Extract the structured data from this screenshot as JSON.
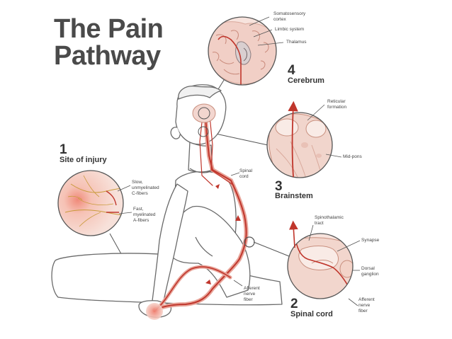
{
  "title": {
    "line1": "The Pain",
    "line2": "Pathway"
  },
  "steps": [
    {
      "number": "1",
      "name": "Site of injury"
    },
    {
      "number": "2",
      "name": "Spinal cord"
    },
    {
      "number": "3",
      "name": "Brainstem"
    },
    {
      "number": "4",
      "name": "Cerebrum"
    }
  ],
  "labels": {
    "somatosensory_cortex": [
      "Somatosensory",
      "cortex"
    ],
    "limbic_system": "Limbic system",
    "thalamus": "Thalamus",
    "reticular_formation": [
      "Reticular",
      "formation"
    ],
    "mid_pons": "Mid-pons",
    "spinal_cord": [
      "Spinal",
      "cord"
    ],
    "slow_fibers": [
      "Slow,",
      "unmyelinated",
      "C-fibers"
    ],
    "fast_fibers": [
      "Fast,",
      "myelinated",
      "A-fibers"
    ],
    "spinothalamic_tract": [
      "Spinothalamic",
      "tract"
    ],
    "synapse": "Synapse",
    "dorsal_ganglion": [
      "Dorsal",
      "ganglion"
    ],
    "afferent_fiber_body": [
      "Afferent",
      "nerve",
      "fiber"
    ],
    "afferent_fiber_cord": [
      "Afferent",
      "nerve",
      "fiber"
    ]
  },
  "colors": {
    "pathway": "#c0362c",
    "tissue": "#f3d6cf",
    "outline": "#5a5a5a",
    "title": "#4a4a4a"
  }
}
